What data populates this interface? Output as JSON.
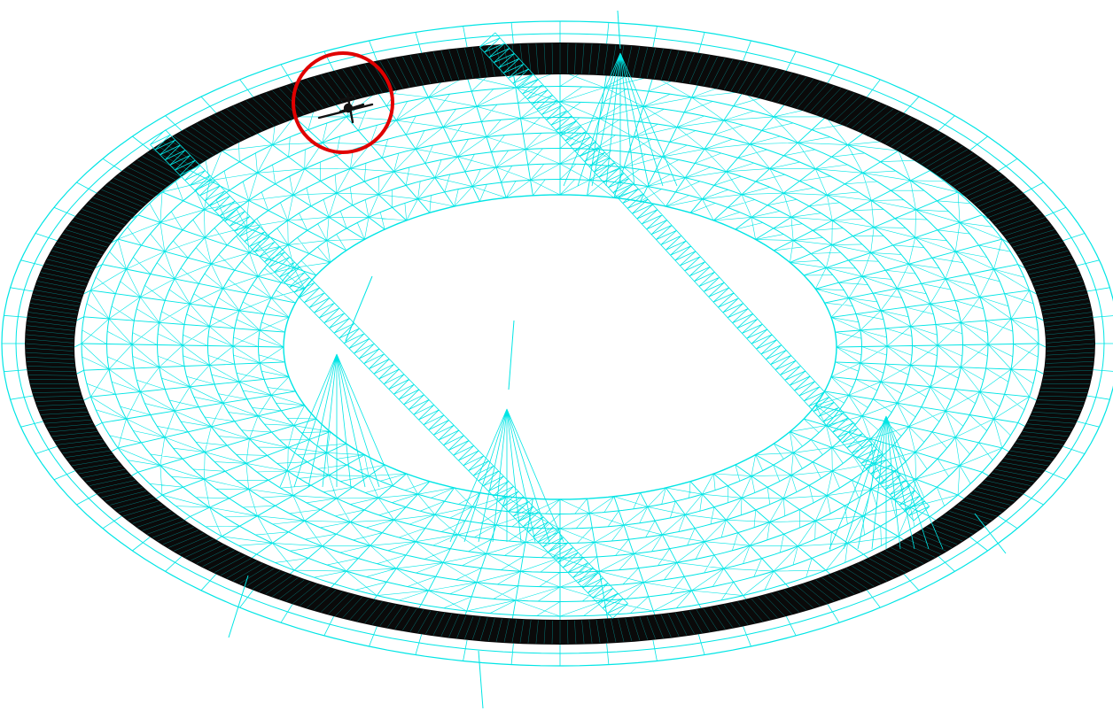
{
  "view": {
    "background": "#ffffff",
    "wire_color": "#00e5e5",
    "ring_color": "#0a0a0a",
    "highlight_color": "#e00000",
    "projection": "isometric-oblique"
  },
  "model": {
    "type": "elliptical-stadium-roof-wireframe",
    "concentric_rings": 9,
    "radial_frames": 64,
    "main_trusses": 2,
    "mast_supports": 4,
    "highlighted_feature": "detail-marker-icon"
  }
}
